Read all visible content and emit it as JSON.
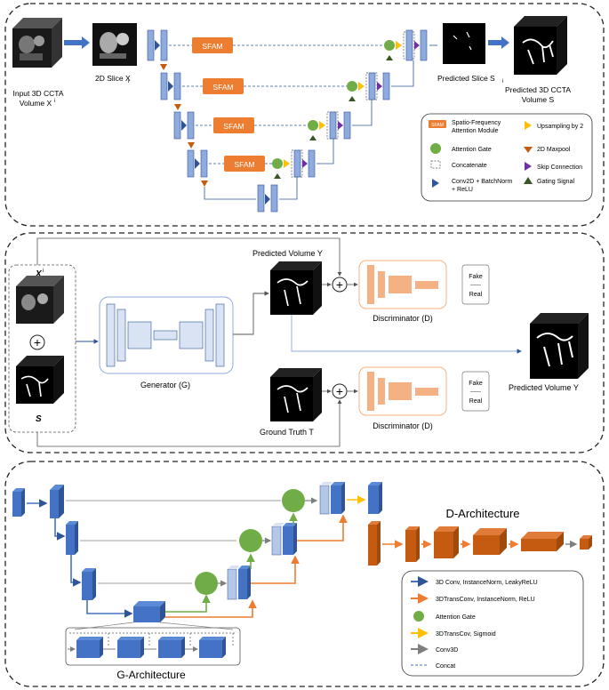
{
  "panel1": {
    "input_label_line1": "Input 3D CCTA",
    "input_label_line2": "Volume X",
    "input_sup": "i",
    "slice_label": "2D Slice X",
    "slice_sub": "i",
    "sfam_label": "SFAM",
    "pred_slice_label": "Predicted Slice S",
    "pred_slice_sub": "i",
    "pred_volume_line1": "Predicted 3D CCTA",
    "pred_volume_line2": "Volume S",
    "legend": {
      "sfam_swatch": "SFAM",
      "sfam_text_line1": "Spatio-Frequency",
      "sfam_text_line2": "Attention Module",
      "attention_gate": "Attention Gate",
      "concatenate": "Concatenate",
      "conv_line1": "Conv2D + BatchNorm",
      "conv_line2": "+ ReLU",
      "upsampling": "Upsampling by 2",
      "maxpool": "2D Maxpool",
      "skip": "Skip Connection",
      "gating": "Gating Signal"
    }
  },
  "panel2": {
    "x_label": "X",
    "x_sup": "i",
    "s_label": "S",
    "generator_label": "Generator (G)",
    "pred_volume_label": "Predicted Volume Y",
    "ground_truth_label": "Ground Truth T",
    "discriminator_label": "Discriminator (D)",
    "fake_label": "Fake",
    "real_label": "Real",
    "dash_label": "------",
    "final_pred_label": "Predicted Volume Y",
    "plus_symbol": "+"
  },
  "panel3": {
    "d_arch_label": "D-Architecture",
    "g_arch_label": "G-Architecture",
    "legend": {
      "conv3d": "3D Conv, InstanceNorm, LeakyReLU",
      "transconv": "3DTransConv, InstanceNorm, ReLU",
      "attention": "Attention Gate",
      "transcov_sigmoid": "3DTransCov, Sigmoid",
      "conv3d_plain": "Conv3D",
      "concat": "Concat"
    }
  },
  "colors": {
    "sfam": "#ed7d31",
    "block_blue": "#8faadc",
    "block_light": "#dae3f3",
    "gate_green": "#70ad47",
    "maxpool_brown": "#c55a11",
    "upsample_yellow": "#ffc000",
    "skip_purple": "#7030a0",
    "gating_dark": "#385723",
    "cube_blue": "#4472c4",
    "cube_orange": "#c55a11",
    "disc_orange": "#f4b183",
    "line_blue": "#2f5597"
  }
}
